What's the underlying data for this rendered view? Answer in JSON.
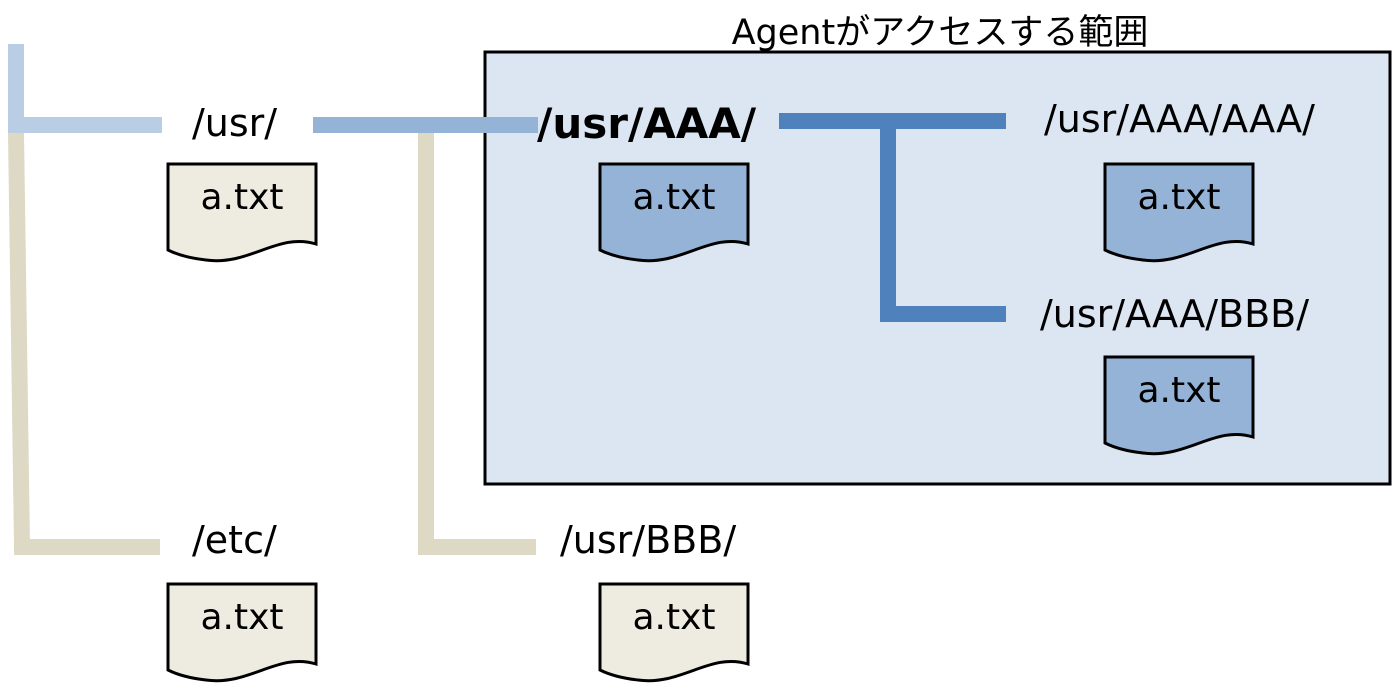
{
  "access_region": {
    "title": "Agentがアクセスする範囲",
    "fill": "#dce6f2"
  },
  "colors": {
    "root_line": "#b9cde5",
    "usr_line": "#95b3d7",
    "access_line": "#4f81bd",
    "other_line": "#ddd9c4",
    "file_in_scope": "#95b3d7",
    "file_out_scope": "#eeece1"
  },
  "directories": {
    "usr": {
      "path": "/usr/",
      "file": "a.txt"
    },
    "etc": {
      "path": "/etc/",
      "file": "a.txt"
    },
    "usr_aaa": {
      "path": "/usr/AAA/",
      "file": "a.txt"
    },
    "usr_bbb": {
      "path": "/usr/BBB/",
      "file": "a.txt"
    },
    "usr_aaa_aaa": {
      "path": "/usr/AAA/AAA/",
      "file": "a.txt"
    },
    "usr_aaa_bbb": {
      "path": "/usr/AAA/BBB/",
      "file": "a.txt"
    }
  }
}
